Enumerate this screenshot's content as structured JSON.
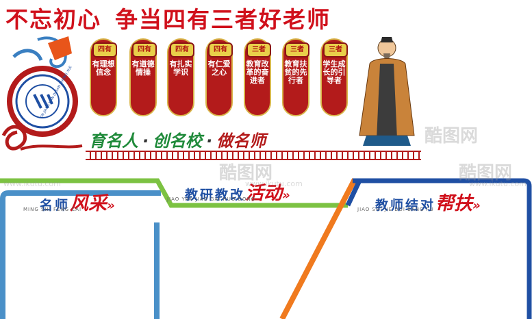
{
  "title": {
    "left": "不忘初心",
    "right": "争当四有三者好老师"
  },
  "scrolls": [
    {
      "badge": "四有",
      "text": "有理想信念"
    },
    {
      "badge": "四有",
      "text": "有道德情操"
    },
    {
      "badge": "四有",
      "text": "有扎实学识"
    },
    {
      "badge": "四有",
      "text": "有仁爱之心"
    },
    {
      "badge": "三者",
      "text": "教育改革的奋进者"
    },
    {
      "badge": "三者",
      "text": "教育扶贫的先行者"
    },
    {
      "badge": "三者",
      "text": "学生成长的引导者"
    }
  ],
  "slogan": {
    "a": "育名人",
    "b": "创名校",
    "c": "做名师",
    "dot": "·"
  },
  "logo": {
    "text": "YIN JIANG MAN DI SAN ZHONG XUE"
  },
  "sections": [
    {
      "title": "名师",
      "highlight": "风采",
      "pinyin": "MING SHI FENG CAI"
    },
    {
      "title": "教研教改",
      "highlight": "活动",
      "pinyin": "JIAO YAN JIAO GAI HUO DONG"
    },
    {
      "title": "教师结对",
      "highlight": "帮扶",
      "pinyin": "JIAO SHI JIE DUI BANG FU"
    }
  ],
  "watermark": {
    "brand": "酷图网",
    "url": "www.ikutu.com"
  },
  "colors": {
    "red": "#d0101b",
    "green": "#7cc242",
    "blue": "#1f4fa3",
    "lightblue": "#4a90c8",
    "orange": "#f07a1e"
  }
}
